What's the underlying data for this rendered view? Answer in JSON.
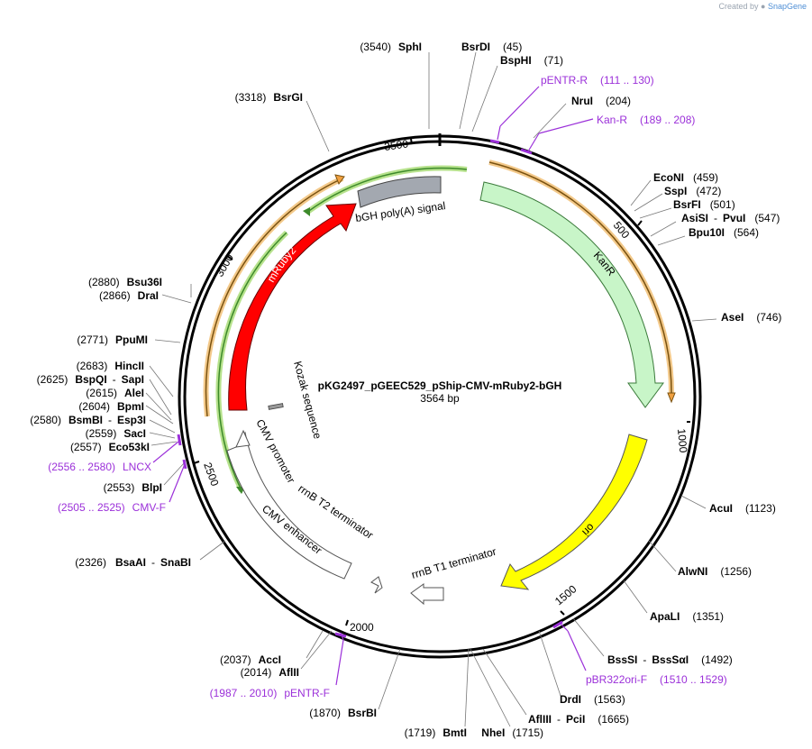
{
  "credit": {
    "prefix": "Created by",
    "brand": "SnapGene"
  },
  "plasmid": {
    "name": "pKG2497_pGEEC529_pShip-CMV-mRuby2-bGH",
    "length_label": "3564 bp"
  },
  "ticks": [
    "500",
    "1000",
    "1500",
    "2000",
    "2500",
    "3000",
    "3500"
  ],
  "features": {
    "kanr": "KanR",
    "ori": "ori",
    "mruby2": "mRuby2",
    "bgh": "bGH poly(A) signal",
    "kozak": "Kozak sequence",
    "cmv_promoter": "CMV promoter",
    "cmv_enhancer": "CMV enhancer",
    "rrnb_t1": "rrnB T1 terminator",
    "rrnb_t2": "rrnB T2 terminator"
  },
  "colors": {
    "kanr": "#c8f5c8",
    "ori": "#ffff00",
    "mruby2": "#ff0000",
    "bgh": "#a3a8b0",
    "orange_arc": "#f0a040",
    "green_arc": "#3d8a2a",
    "primer": "#9b30d9"
  },
  "enzymes": [
    {
      "pos": "(3540)",
      "name": "SphI"
    },
    {
      "name": "BsrDI",
      "pos": "(45)"
    },
    {
      "name": "BspHI",
      "pos": "(71)"
    },
    {
      "pos": "(3318)",
      "name": "BsrGI"
    },
    {
      "name": "NruI",
      "pos": "(204)"
    },
    {
      "name": "EcoNI",
      "pos": "(459)"
    },
    {
      "name": "SspI",
      "pos": "(472)"
    },
    {
      "name": "BsrFI",
      "pos": "(501)"
    },
    {
      "name": "AsiSI",
      "sep": "-",
      "name2": "PvuI",
      "pos": "(547)"
    },
    {
      "name": "Bpu10I",
      "pos": "(564)"
    },
    {
      "name": "AseI",
      "pos": "(746)"
    },
    {
      "name": "AcuI",
      "pos": "(1123)"
    },
    {
      "name": "AlwNI",
      "pos": "(1256)"
    },
    {
      "name": "ApaLI",
      "pos": "(1351)"
    },
    {
      "name": "BssSI",
      "sep": "-",
      "name2": "BssSαI",
      "pos": "(1492)"
    },
    {
      "name": "DrdI",
      "pos": "(1563)"
    },
    {
      "name": "AflIII",
      "sep": "-",
      "name2": "PciI",
      "pos": "(1665)"
    },
    {
      "pos": "(1715)",
      "name": "NheI"
    },
    {
      "pos": "(1719)",
      "name": "BmtI"
    },
    {
      "pos": "(1870)",
      "name": "BsrBI"
    },
    {
      "pos": "(2014)",
      "name": "AflII"
    },
    {
      "pos": "(2037)",
      "name": "AccI"
    },
    {
      "pos": "(2326)",
      "name": "BsaAI",
      "sep": "-",
      "name2": "SnaBI"
    },
    {
      "pos": "(2553)",
      "name": "BlpI"
    },
    {
      "pos": "(2557)",
      "name": "Eco53kI"
    },
    {
      "pos": "(2559)",
      "name": "SacI"
    },
    {
      "pos": "(2580)",
      "name": "BsmBI",
      "sep": "-",
      "name2": "Esp3I"
    },
    {
      "pos": "(2604)",
      "name": "BpmI"
    },
    {
      "pos": "(2615)",
      "name": "AleI"
    },
    {
      "pos": "(2625)",
      "name": "BspQI",
      "sep": "-",
      "name2": "SapI"
    },
    {
      "pos": "(2683)",
      "name": "HincII"
    },
    {
      "pos": "(2771)",
      "name": "PpuMI"
    },
    {
      "pos": "(2866)",
      "name": "DraI"
    },
    {
      "pos": "(2880)",
      "name": "Bsu36I"
    }
  ],
  "primers": [
    {
      "name": "pENTR-R",
      "range": "(111 .. 130)"
    },
    {
      "name": "Kan-R",
      "range": "(189 .. 208)"
    },
    {
      "name": "pBR322ori-F",
      "range": "(1510 .. 1529)"
    },
    {
      "range": "(1987 .. 2010)",
      "name": "pENTR-F"
    },
    {
      "range": "(2505 .. 2525)",
      "name": "CMV-F"
    },
    {
      "range": "(2556 .. 2580)",
      "name": "LNCX"
    }
  ]
}
